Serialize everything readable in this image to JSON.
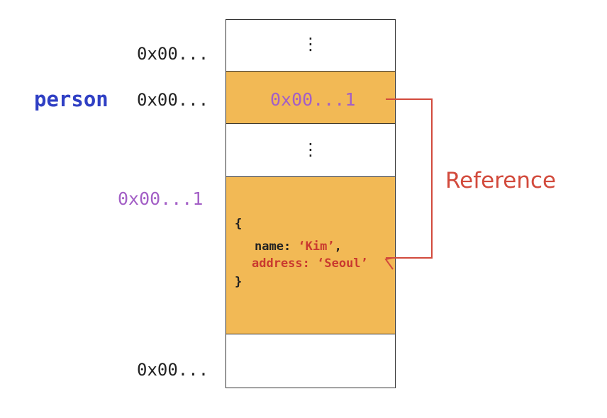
{
  "addresses": {
    "row1": "0x00...",
    "row2": "0x00...",
    "row_object": "0x00...1",
    "row_last": "0x00..."
  },
  "variable": {
    "name": "person"
  },
  "memory": {
    "ellipsis": "⋮",
    "stored_value": "0x00...1",
    "object": {
      "open_brace": "{",
      "name_key": "name: ",
      "name_value": "‘Kim’",
      "name_comma": ",",
      "address_key": "address: ",
      "address_value": "‘Seoul’",
      "close_brace": "}"
    }
  },
  "reference_label": "Reference",
  "colors": {
    "variable": "#2f3fc4",
    "address_highlight": "#a35fc6",
    "cell_fill": "#f2b955",
    "reference": "#d24a3c"
  }
}
